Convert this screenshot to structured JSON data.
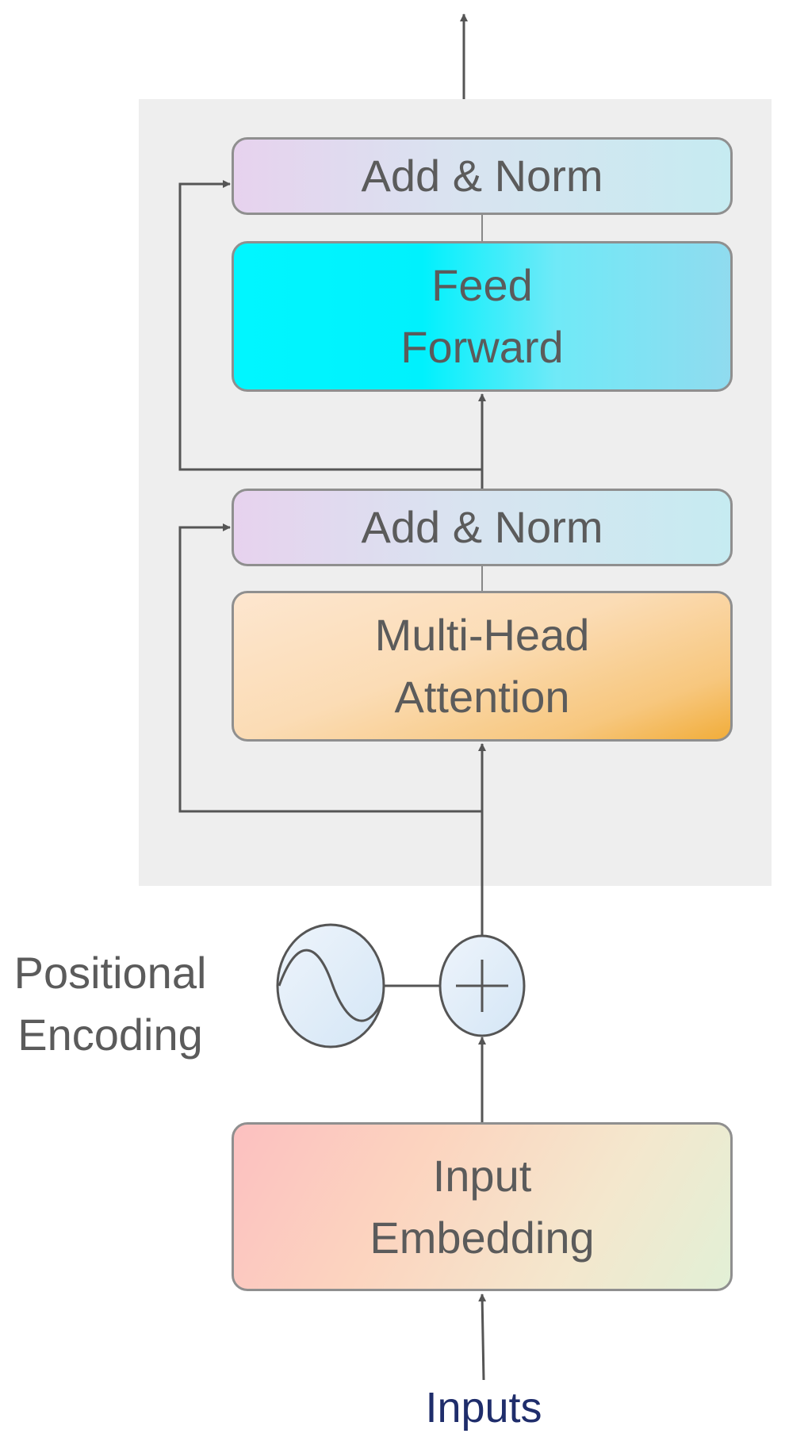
{
  "diagram": {
    "top_add_norm_label": "Add & Norm",
    "feed_forward_lines": [
      "Feed",
      "Forward"
    ],
    "bottom_add_norm_label": "Add & Norm",
    "attention_lines": [
      "Multi-Head",
      "Attention"
    ],
    "positional_encoding_lines": [
      "Positional",
      "Encoding"
    ],
    "input_embedding_lines": [
      "Input",
      "Embedding"
    ],
    "inputs_label": "Inputs",
    "adder_symbol": "+",
    "encoding_symbol": "sine-wave-icon"
  },
  "colors": {
    "panel": "#eeeeee",
    "block_border": "#8f8f8f",
    "text": "#5b5b5b",
    "inputs_text": "#1f2d6b",
    "arrow": "#555555"
  }
}
